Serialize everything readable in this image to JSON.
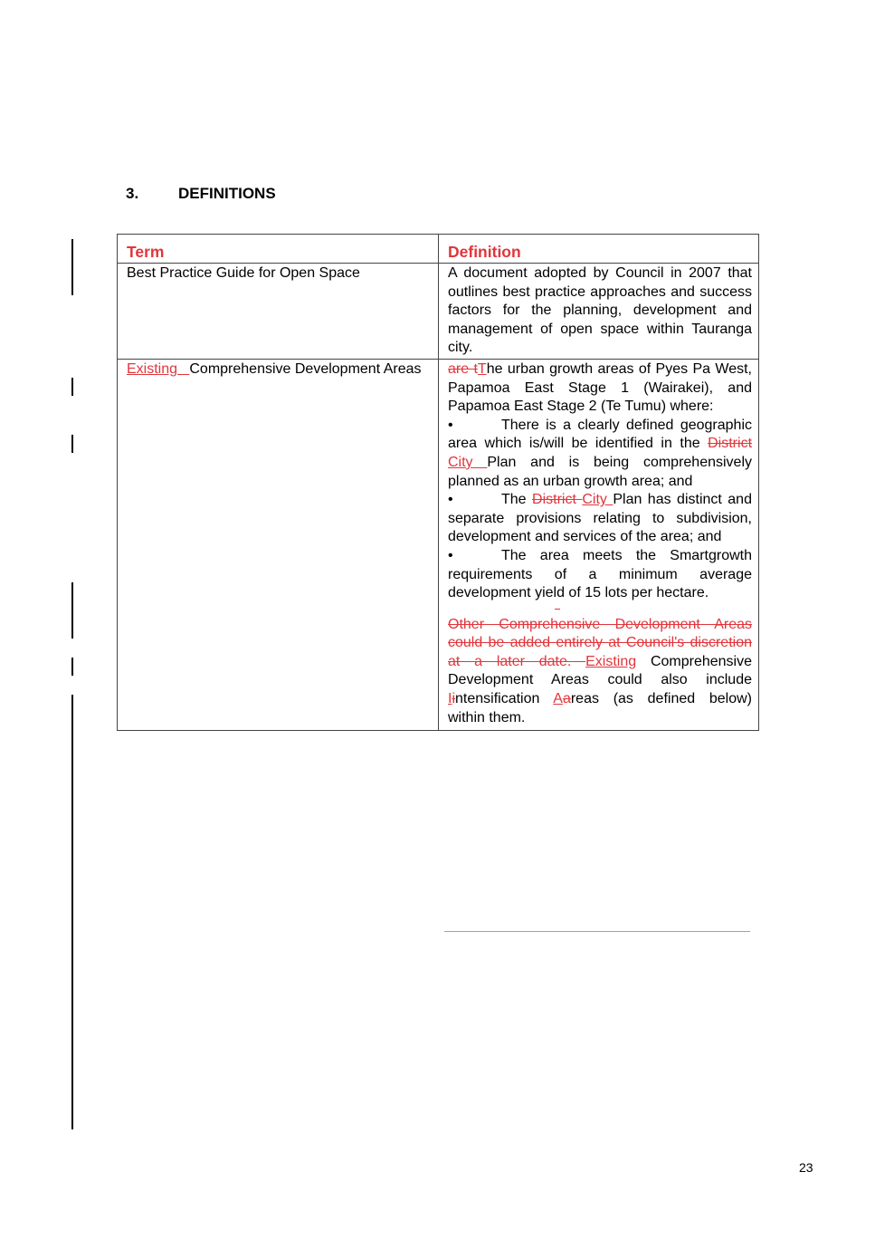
{
  "section": {
    "number": "3.",
    "title": "DEFINITIONS"
  },
  "table": {
    "header": {
      "term": "Term",
      "definition": "Definition"
    },
    "row1": {
      "term": "Best Practice Guide for Open Space",
      "definition": "A document adopted by Council in 2007 that outlines best practice approaches and success factors for the planning, development and management of open space within Tauranga city."
    },
    "row2": {
      "term_ins": "Existing",
      "term_rest": "Comprehensive Development Areas",
      "def_del_1": "are t",
      "def_ins_1": "T",
      "def_intro": "he urban growth areas of Pyes Pa West, Papamoa East Stage 1 (Wairakei), and Papamoa East Stage 2 (Te Tumu) where:",
      "bullet_char": "•",
      "b1_a": "There is a clearly defined geographic area which is/will be identified in the",
      "b1_del": "District",
      "b1_ins": "City",
      "b1_b": "Plan and is being comprehensively planned as an urban growth area; and",
      "b2_a": "The",
      "b2_del": "District",
      "b2_ins": "City",
      "b2_b": "Plan has distinct and separate provisions relating to subdivision, development and services of the area; and",
      "b3": "The area meets the Smartgrowth requirements of a minimum average development yield of 15 lots per hectare.",
      "closing_del": "Other Comprehensive Development Areas could be added entirely at Council's discretion at a later date.",
      "closing_ins": "Existing",
      "closing_a": "Comprehensive Development Areas could also include",
      "closing_ins_i": "I",
      "closing_del_i": "i",
      "closing_b": "ntensification",
      "closing_ins_a": "A",
      "closing_del_a": "a",
      "closing_c": "reas (as defined below) within them."
    }
  },
  "page_number": "23"
}
